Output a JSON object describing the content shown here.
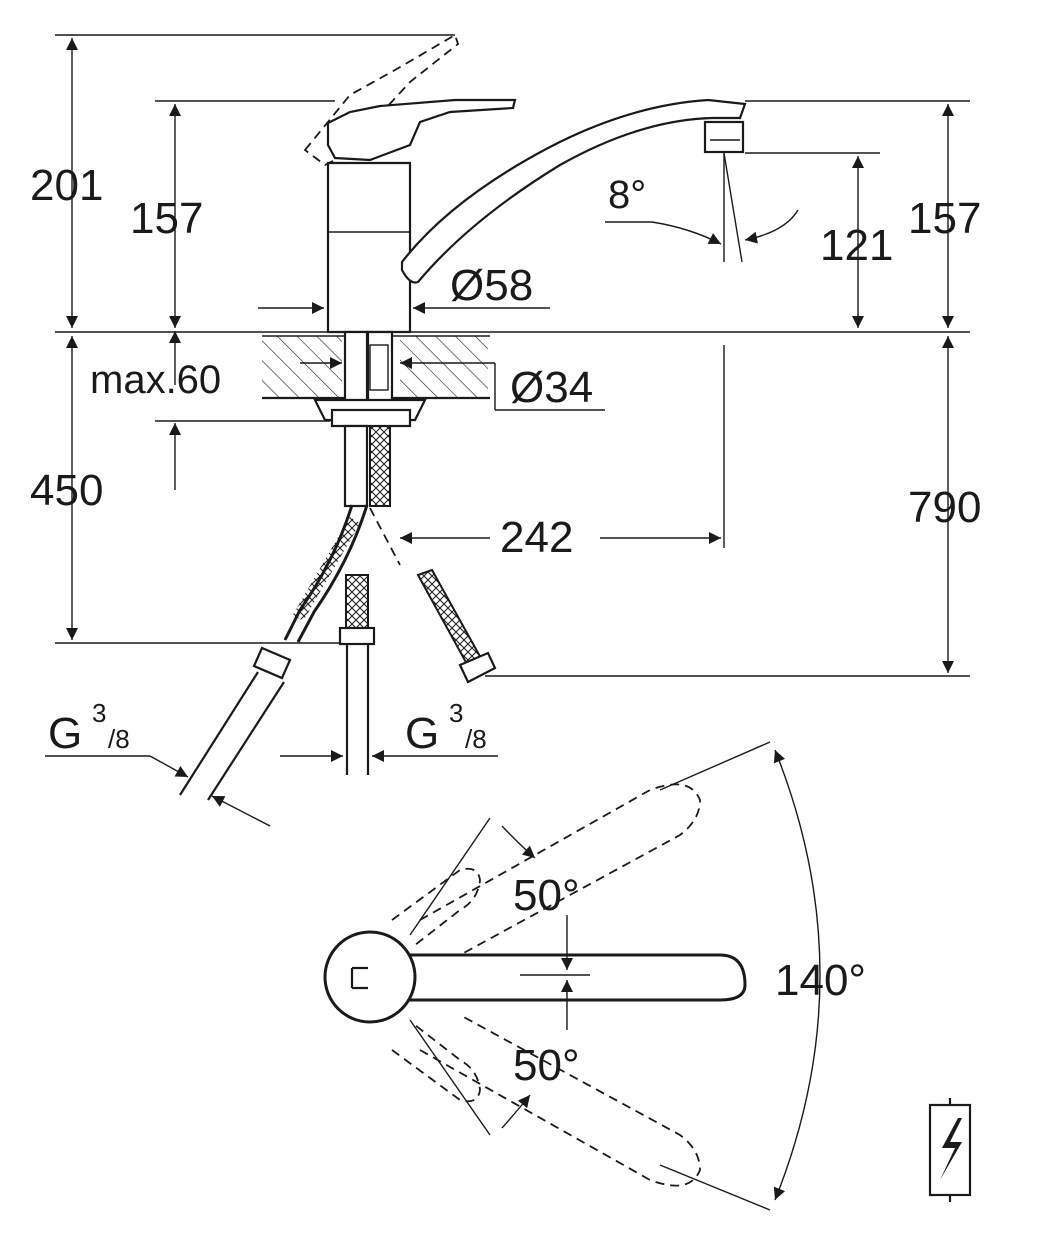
{
  "dimensions": {
    "total_height": "201",
    "body_height_left": "157",
    "body_diameter": "Ø58",
    "max_counter_thickness": "max.60",
    "hole_diameter": "Ø34",
    "hose_length": "450",
    "spout_reach": "242",
    "aerator_height": "121",
    "spout_angle": "8°",
    "spout_height_right": "157",
    "overall_length": "790",
    "thread_left_main": "G",
    "thread_left_num": "3",
    "thread_left_den": "/8",
    "thread_right_main": "G",
    "thread_right_num": "3",
    "thread_right_den": "/8",
    "lever_angle_upper": "50°",
    "lever_angle_lower": "50°",
    "lever_angle_total": "140°"
  },
  "icons": {
    "electrical_symbol": "lightning-bolt-icon"
  }
}
